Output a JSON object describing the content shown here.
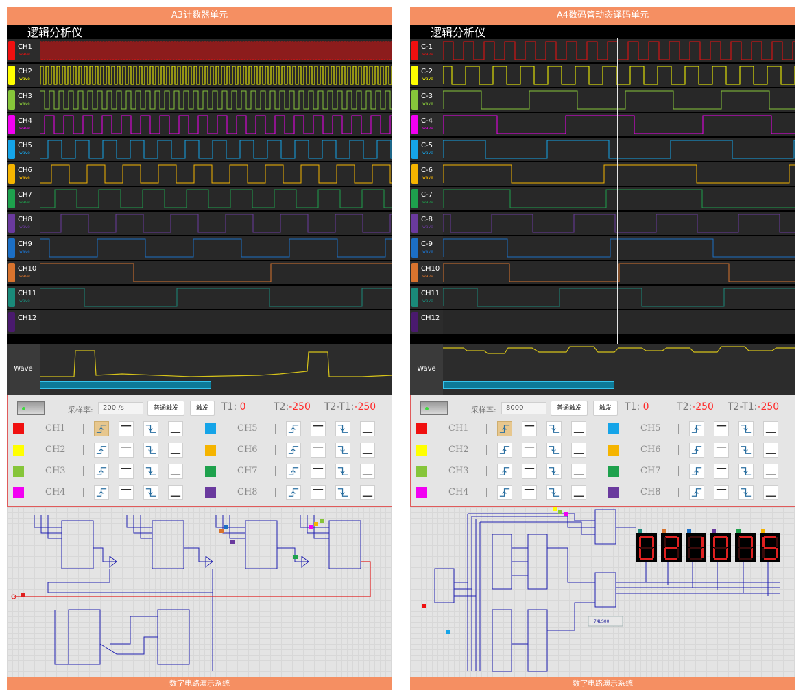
{
  "left": {
    "title": "A3计数器单元",
    "analyzer_title": "逻辑分析仪",
    "channels": [
      {
        "name": "CH1",
        "sub": "wave",
        "color": "#f01010"
      },
      {
        "name": "CH2",
        "sub": "wave",
        "color": "#ffff00"
      },
      {
        "name": "CH3",
        "sub": "wave",
        "color": "#86c53a"
      },
      {
        "name": "CH4",
        "sub": "wave",
        "color": "#f200f2"
      },
      {
        "name": "CH5",
        "sub": "wave",
        "color": "#15a4e8"
      },
      {
        "name": "CH6",
        "sub": "wave",
        "color": "#f5b400"
      },
      {
        "name": "CH7",
        "sub": "wave",
        "color": "#1ea14d"
      },
      {
        "name": "CH8",
        "sub": "wave",
        "color": "#6a3a9e"
      },
      {
        "name": "CH9",
        "sub": "wave",
        "color": "#1c6fc5"
      },
      {
        "name": "CH10",
        "sub": "wave",
        "color": "#d8732e"
      },
      {
        "name": "CH11",
        "sub": "wave",
        "color": "#1a8a7a"
      },
      {
        "name": "CH12",
        "sub": "",
        "color": "#4a1a6e"
      }
    ],
    "wave_label": "Wave",
    "controls": {
      "rate_label": "采样率:",
      "rate_value": "200 /s",
      "trigger_button": "普通触发",
      "single_button": "触发",
      "t1_label": "T1:",
      "t1_value": "0",
      "t2_label": "T2:",
      "t2_value": "-250",
      "dt_label": "T2-T1:",
      "dt_value": "-250",
      "rows": [
        {
          "a": "CH1",
          "b": "CH5",
          "ca": "#f01010",
          "cb": "#15a4e8"
        },
        {
          "a": "CH2",
          "b": "CH6",
          "ca": "#ffff00",
          "cb": "#f5b400"
        },
        {
          "a": "CH3",
          "b": "CH7",
          "ca": "#86c53a",
          "cb": "#1ea14d"
        },
        {
          "a": "CH4",
          "b": "CH8",
          "ca": "#f200f2",
          "cb": "#6a3a9e"
        }
      ]
    },
    "footer": "数字电路演示系统"
  },
  "right": {
    "title": "A4数码管动态译码单元",
    "analyzer_title": "逻辑分析仪",
    "channels": [
      {
        "name": "C-1",
        "sub": "wave",
        "color": "#f01010"
      },
      {
        "name": "C-2",
        "sub": "wave",
        "color": "#ffff00"
      },
      {
        "name": "C-3",
        "sub": "wave",
        "color": "#86c53a"
      },
      {
        "name": "C-4",
        "sub": "wave",
        "color": "#f200f2"
      },
      {
        "name": "C-5",
        "sub": "wave",
        "color": "#15a4e8"
      },
      {
        "name": "C-6",
        "sub": "wave",
        "color": "#f5b400"
      },
      {
        "name": "C-7",
        "sub": "wave",
        "color": "#1ea14d"
      },
      {
        "name": "C-8",
        "sub": "wave",
        "color": "#6a3a9e"
      },
      {
        "name": "C-9",
        "sub": "wave",
        "color": "#1c6fc5"
      },
      {
        "name": "CH10",
        "sub": "wave",
        "color": "#d8732e"
      },
      {
        "name": "CH11",
        "sub": "wave",
        "color": "#1a8a7a"
      },
      {
        "name": "CH12",
        "sub": "",
        "color": "#4a1a6e"
      }
    ],
    "wave_label": "Wave",
    "controls": {
      "rate_label": "采样率:",
      "rate_value": "8000",
      "trigger_button": "普通触发",
      "single_button": "触发",
      "t1_label": "T1:",
      "t1_value": "0",
      "t2_label": "T2:",
      "t2_value": "-250",
      "dt_label": "T2-T1:",
      "dt_value": "-250",
      "rows": [
        {
          "a": "CH1",
          "b": "CH5",
          "ca": "#f01010",
          "cb": "#15a4e8"
        },
        {
          "a": "CH2",
          "b": "CH6",
          "ca": "#ffff00",
          "cb": "#f5b400"
        },
        {
          "a": "CH3",
          "b": "CH7",
          "ca": "#86c53a",
          "cb": "#1ea14d"
        },
        {
          "a": "CH4",
          "b": "CH8",
          "ca": "#f200f2",
          "cb": "#6a3a9e"
        }
      ]
    },
    "display_digits": [
      "0",
      "2",
      "1",
      "0",
      "7",
      "5"
    ],
    "circuit_label": "74LS00",
    "footer": "数字电路演示系统"
  }
}
